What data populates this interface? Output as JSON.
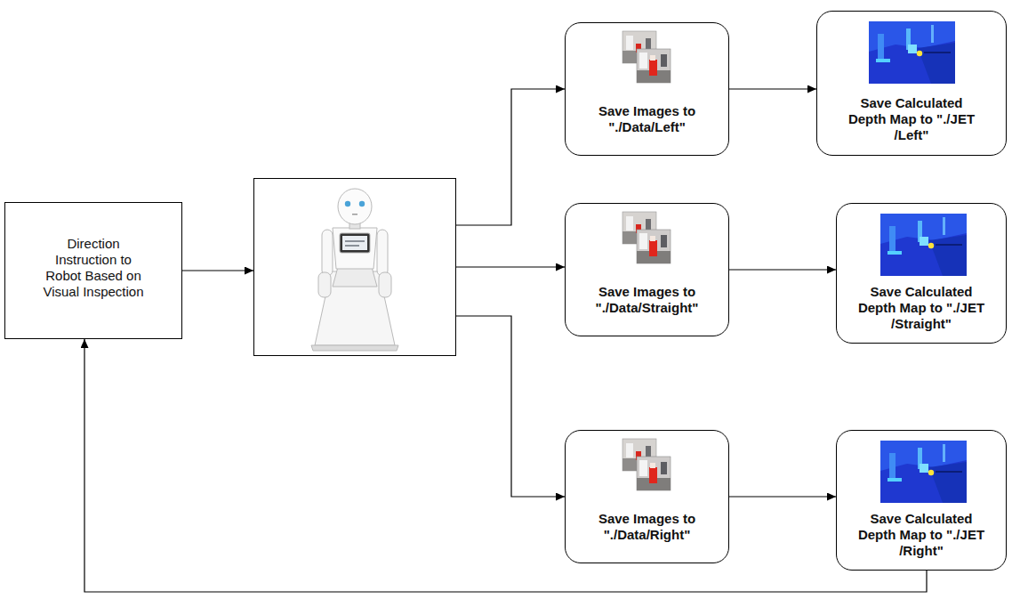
{
  "diagram": {
    "nodes": [
      {
        "text": [
          "Direction Instruction to Robot Based on Visual Inspection"
        ]
      },
      {
        "text": []
      },
      {
        "text": [
          "Save Images to \"./Data/Left\""
        ]
      },
      {
        "text": [
          "Save Calculated Depth Map to \"./JET /Left\""
        ]
      },
      {
        "text": [
          "Save Images to \"./Data/Straight\""
        ]
      },
      {
        "text": [
          "Save Calculated Depth Map to \"./JET /Straight\""
        ]
      },
      {
        "text": [
          "Save Images to \"./Data/Right\""
        ]
      },
      {
        "text": [
          "Save Calculated Depth Map to \"./JET /Right\""
        ]
      }
    ],
    "edges": [
      {
        "from": 0,
        "to": 1,
        "arrow": "to"
      },
      {
        "from": 1,
        "to": 2,
        "arrow": "to"
      },
      {
        "from": 1,
        "to": 4,
        "arrow": "to"
      },
      {
        "from": 1,
        "to": 6,
        "arrow": "to"
      },
      {
        "from": 2,
        "to": 3,
        "arrow": "to"
      },
      {
        "from": 4,
        "to": 5,
        "arrow": "to"
      },
      {
        "from": 6,
        "to": 7,
        "arrow": "to"
      },
      {
        "from": 7,
        "to": 0,
        "arrow": "to"
      }
    ]
  }
}
